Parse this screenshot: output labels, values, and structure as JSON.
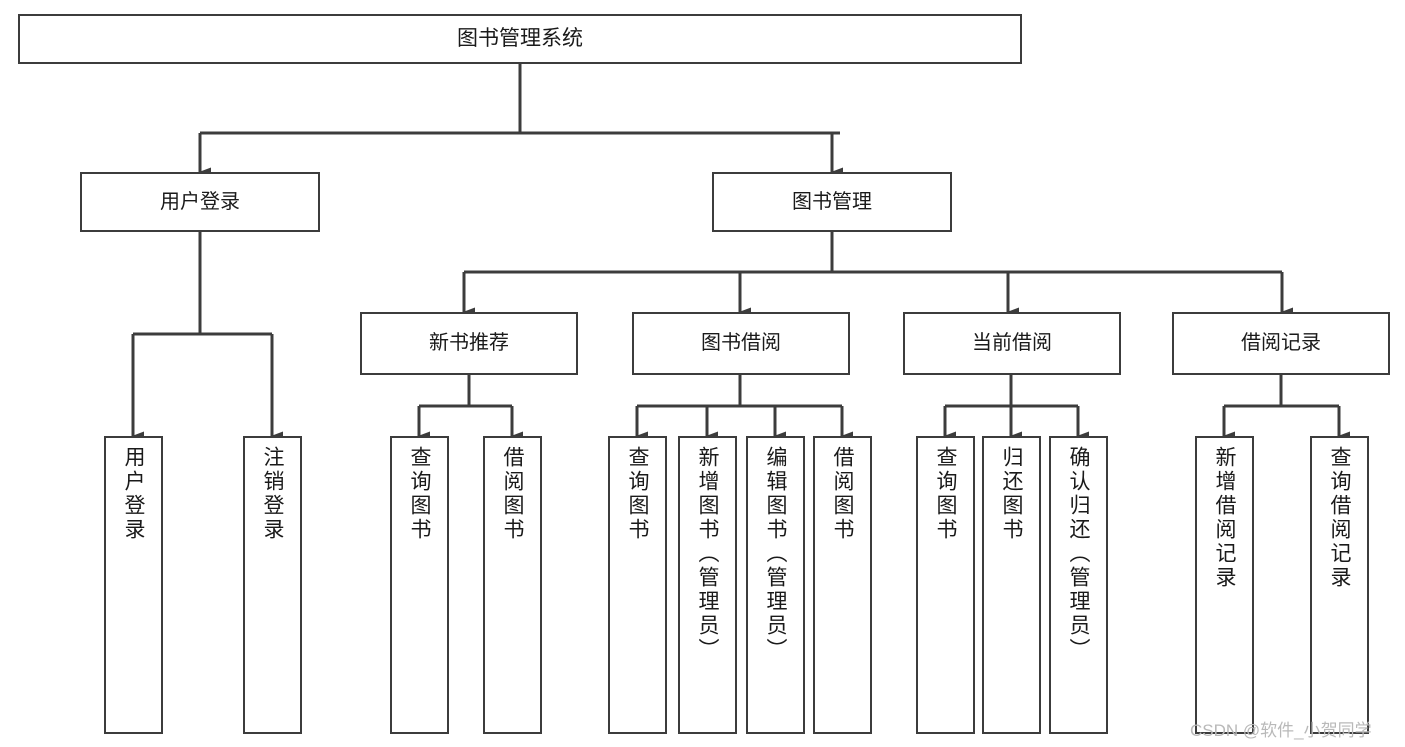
{
  "diagram": {
    "title": "图书管理系统",
    "type": "tree",
    "colors": {
      "box_border": "#3c3c3c",
      "box_fill": "#ffffff",
      "connector": "#3c3c3c",
      "text": "#1a1a1a",
      "watermark": "#b9b9b9",
      "background": "#ffffff"
    },
    "root": {
      "label": "图书管理系统"
    },
    "level2": [
      {
        "label": "用户登录"
      },
      {
        "label": "图书管理"
      }
    ],
    "level3": [
      {
        "label": "新书推荐"
      },
      {
        "label": "图书借阅"
      },
      {
        "label": "当前借阅"
      },
      {
        "label": "借阅记录"
      }
    ],
    "leaves": {
      "user_login": [
        {
          "label": "用户登录"
        },
        {
          "label": "注销登录"
        }
      ],
      "new_book_recommend": [
        {
          "label": "查询图书"
        },
        {
          "label": "借阅图书"
        }
      ],
      "book_borrow": [
        {
          "label": "查询图书"
        },
        {
          "label": "新增图书（管理员）"
        },
        {
          "label": "编辑图书（管理员）"
        },
        {
          "label": "借阅图书"
        }
      ],
      "current_borrow": [
        {
          "label": "查询图书"
        },
        {
          "label": "归还图书"
        },
        {
          "label": "确认归还（管理员）"
        }
      ],
      "borrow_record": [
        {
          "label": "新增借阅记录"
        },
        {
          "label": "查询借阅记录"
        }
      ]
    }
  },
  "watermark": {
    "text": "CSDN @软件_小贺同学"
  }
}
